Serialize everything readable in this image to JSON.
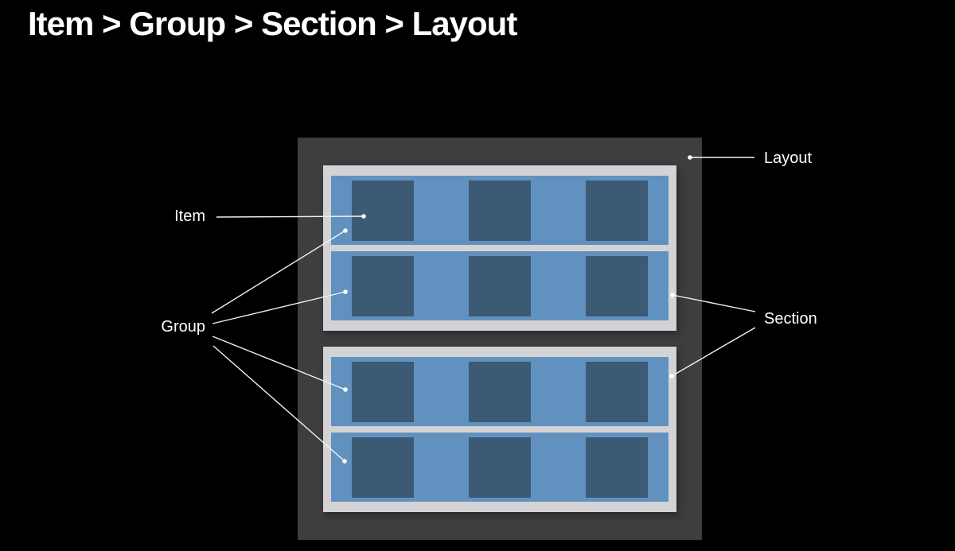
{
  "slide": {
    "title": "Item > Group > Section > Layout"
  },
  "labels": {
    "item": "Item",
    "group": "Group",
    "section": "Section",
    "layout": "Layout"
  },
  "diagram": {
    "sections": 2,
    "groups_per_section": 2,
    "items_per_group": 3
  },
  "colors": {
    "background": "#000000",
    "layout_box": "#3e3e40",
    "section_box": "#d3d3d5",
    "group_box": "#6191bf",
    "item_box": "#3d5a74",
    "label_text": "#ffffff",
    "leader_line": "#f2f2f2",
    "anchor_dot": "#ffffff"
  }
}
